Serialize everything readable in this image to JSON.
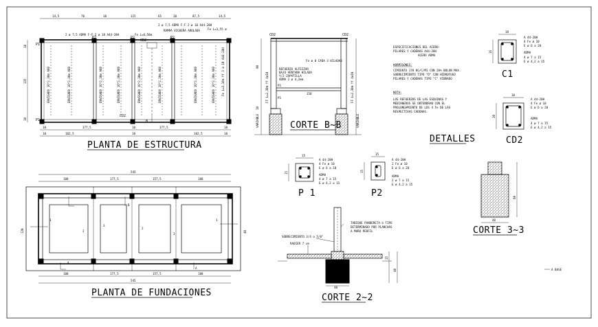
{
  "titles": {
    "planta_estructura": "PLANTA DE ESTRUCTURA",
    "planta_fundaciones": "PLANTA DE FUNDACIONES",
    "corte_bb": "CORTE B~B",
    "corte_22": "CORTE 2~2",
    "corte_33": "CORTE 3~3",
    "detalles": "DETALLES"
  },
  "estructura": {
    "top_dims": [
      "14,5",
      "70",
      "10",
      "115",
      "65",
      "10",
      "87,5",
      "14,5"
    ],
    "note_top1": "2 ø 7,5 ADMA  F-F 2 ø 10  A44-28H",
    "note_top2": "2 ø 7,5 ADMA  F-F 2 ø 10  A44-28H",
    "note_fe": "Fe L=6,50m",
    "note_fe2": "Fe L=3,55 m",
    "note_viga": "RAMPA VIGUERA ABULADA",
    "labels": {
      "p1a": "P1",
      "p1b": "P1",
      "p2a": "P2",
      "p2b": "P2",
      "p2c": "P2",
      "cd2": "CD2",
      "cd2b": "CD2",
      "b": "B"
    },
    "bottom_dims": [
      "10",
      "377,5",
      "10",
      "377,5",
      "10"
    ],
    "bottom_dims2": [
      "10",
      "102,5",
      "10",
      "102,5",
      "10"
    ],
    "left_dims": [
      "18",
      "135",
      "10"
    ]
  },
  "corte_bb_data": {
    "cd2a": "CD2",
    "cd2b": "CD2",
    "note1": "Fe ø 8 CADA 3 HILADAS",
    "note2": "REFUERZO ALFEIZAR",
    "note3": "BAJO VENTANA HILADA",
    "note4": "Y/2 ZAPATILLA",
    "note5": "ADMA 2 ø 4,2mm",
    "p1": "P1",
    "p1b": "P1",
    "dim_bottom": "150",
    "side_left": "VARIABLE",
    "side_right": "VARIABLE",
    "dim_v1": "90",
    "dim_v2": "10"
  },
  "especificaciones": {
    "h1": "ESPECIFICACIONES DEL ACERO:",
    "l1": "PILARES Y CADENAS A44-28H",
    "l2": "ACERO ADMA",
    "h2": "HORMIGONES:",
    "l3": "CIMIENTO 170 KG/C/M3 CON 20% BOLON MAX.",
    "l4": "SOBRECIMIENTO TIPO \"D\" CON HIDROFUGO",
    "l5": "PILARES Y CADENAS TIPO \"C\" VIBRADO",
    "h3": "NOTA:",
    "l6": "LOS REFUERZOS DE LAS ESQUINAS Y",
    "l7": "MEDIANEROS SE OBTENDRAN CON EL",
    "l8": "PROLONGAMIENTO DE LOS 4 Fe DE LAS",
    "l9": "RESPECTIVAS CADENAS."
  },
  "c1": {
    "label": "C1",
    "dim": "18",
    "dim_v": "16",
    "l1": "A 44-28H",
    "l2": "4 Fe ø 10",
    "l3": "E ø 6 a 20",
    "l4": "ADMA",
    "l5": "4 ø 7 a 15",
    "l6": "E ø 4,2 a 15"
  },
  "cd2": {
    "label": "CD2",
    "dim": "18",
    "dim_v": "20",
    "l1": "A 44-28H",
    "l2": "4 Fe ø 10",
    "l3": "E ø 6 a 20",
    "l4": "ADMA",
    "l5": "4 ø 7 a 15",
    "l6": "E ø 4,2 a 15"
  },
  "p1_det": {
    "label": "P 1",
    "dim": "15",
    "dim_v": "15",
    "l1": "A 44-28H",
    "l2": "4 Fe ø 10",
    "l3": "E ø 6 a 20",
    "l4": "ADMA",
    "l5": "4 ø 7 a 15",
    "l6": "E ø 4,2 a 15"
  },
  "p2_det": {
    "label": "P2",
    "dim": "15",
    "dim_v": "15",
    "l1": "A 44-28H",
    "l2": "2 Fe ø 10",
    "l3": "E ø 6 a 20",
    "l4": "ADMA",
    "l5": "2 ø 7 a 15",
    "l6": "E ø 4,2 a 15"
  },
  "fundaciones": {
    "top_dims": [
      "108",
      "177,5",
      "157,5",
      "108"
    ],
    "overall": "545",
    "overall_bottom": "545",
    "bottom_dims": [
      "108",
      "177,5",
      "157,5",
      "108"
    ],
    "left_dim": "120",
    "right_dim": "40",
    "marks": [
      "1",
      "2",
      "3",
      "2",
      "3",
      "1",
      "A",
      "A",
      "B"
    ]
  },
  "corte22": {
    "note1": "TABIQUE PANDERETA ó TIPO",
    "note2": "DETERMINADO POR PLANCHAS",
    "note3": "A MURO PERFIL",
    "note4": "SOBRECIMIENTO 3/4 o 5/8\"",
    "note5": "RADIER 7 cm",
    "dim_v1": "15",
    "dim_v2": "40",
    "dim_h": "40"
  },
  "corte33": {
    "dim_v": "60",
    "dim_h": "40"
  },
  "a_base": "A BASE"
}
